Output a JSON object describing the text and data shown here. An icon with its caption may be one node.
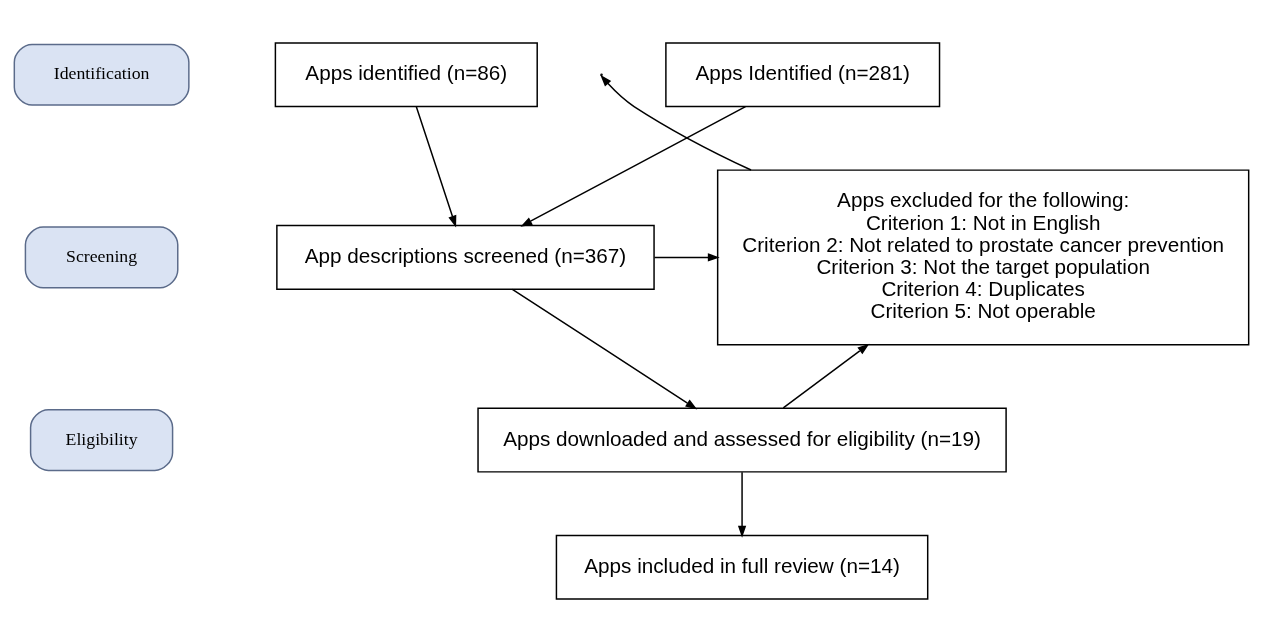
{
  "diagram": {
    "nodes": [
      {
        "text": [
          "Identification"
        ]
      },
      {
        "text": [
          "Screening"
        ]
      },
      {
        "text": [
          "Eligibility"
        ]
      },
      {
        "text": [
          "Apps identified (n=86)"
        ]
      },
      {
        "text": [
          "Apps Identified (n=281)"
        ]
      },
      {
        "text": [
          "App descriptions screened (n=367)"
        ]
      },
      {
        "text": [
          "Apps excluded for the following:",
          "Criterion 1: Not in English",
          "Criterion 2: Not related to prostate cancer prevention",
          "Criterion 3: Not the target population",
          "Criterion 4: Duplicates",
          "Criterion 5: Not operable"
        ]
      },
      {
        "text": [
          "Apps downloaded and assessed for eligibility (n=19)"
        ]
      },
      {
        "text": [
          "Apps included in full review (n=14)"
        ]
      }
    ],
    "edges": [
      {
        "from": 3,
        "to": 5,
        "arrow": "to"
      },
      {
        "from": 4,
        "to": 5,
        "arrow": "to"
      },
      {
        "from": 5,
        "to": 6,
        "arrow": "to"
      },
      {
        "from": 6,
        "to": null,
        "arrow": "to"
      },
      {
        "from": 5,
        "to": 7,
        "arrow": "to"
      },
      {
        "from": 7,
        "to": 6,
        "arrow": "to"
      },
      {
        "from": 7,
        "to": 8,
        "arrow": "to"
      }
    ]
  }
}
